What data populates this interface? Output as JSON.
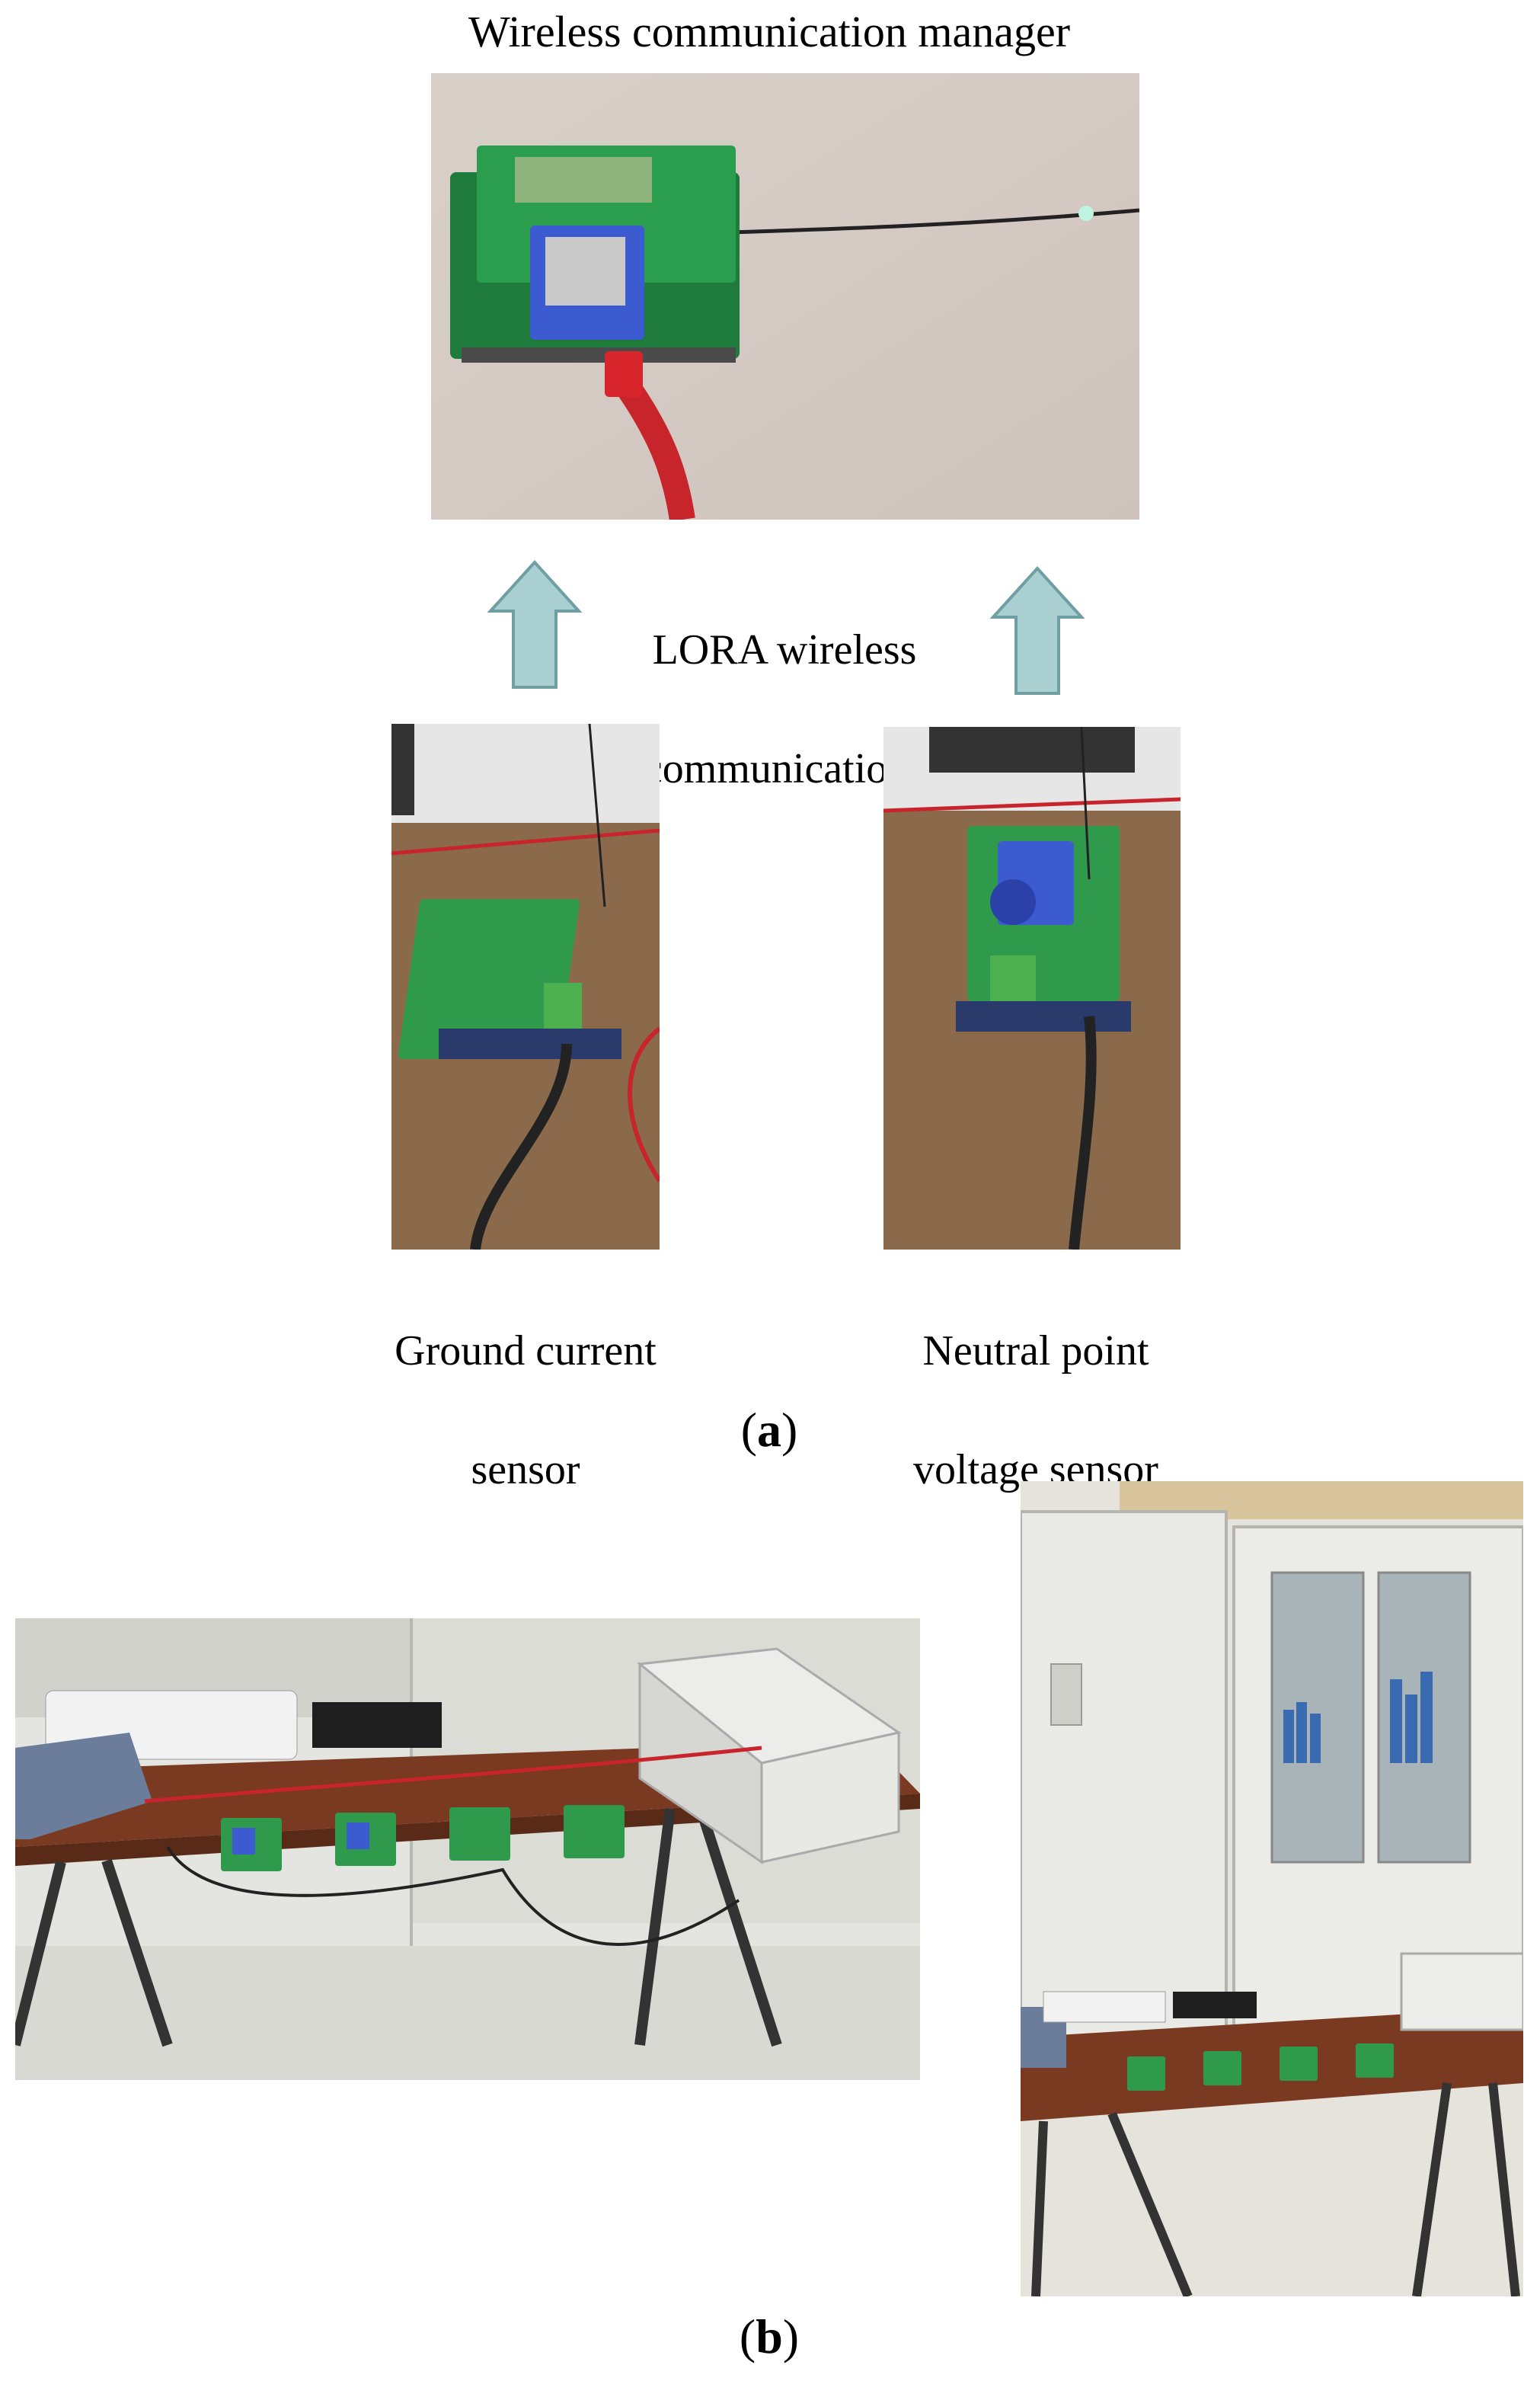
{
  "panel_a": {
    "title": "Wireless communication manager",
    "link_label_line1": "LORA wireless",
    "link_label_line2": "communications",
    "sensor_left_line1": "Ground current",
    "sensor_left_line2": "sensor",
    "sensor_right_line1": "Neutral point",
    "sensor_right_line2": "voltage sensor",
    "caption_open": "(",
    "caption_letter": "a",
    "caption_close": ")"
  },
  "panel_b": {
    "caption_open": "(",
    "caption_letter": "b",
    "caption_close": ")"
  },
  "colors": {
    "arrow_fill": "#a9cfd0",
    "arrow_stroke": "#6f9fa3",
    "pcb_green": "#2f9a4c",
    "table_wood": "#7a3a22",
    "desk_wood": "#8a6a4a",
    "wall": "#e4e4e0"
  }
}
